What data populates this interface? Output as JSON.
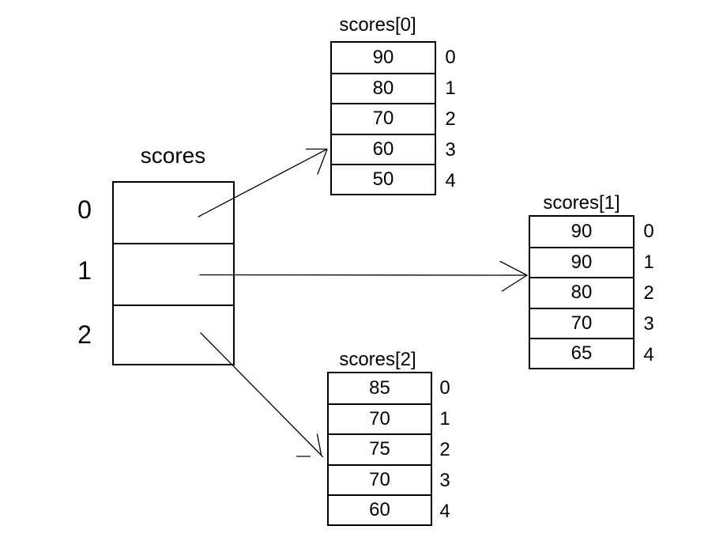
{
  "colors": {
    "background": "#ffffff",
    "line": "#000000",
    "text": "#000000"
  },
  "main_array": {
    "title": "scores",
    "indices": [
      "0",
      "1",
      "2"
    ]
  },
  "sub_arrays": [
    {
      "title": "scores[0]",
      "values": [
        "90",
        "80",
        "70",
        "60",
        "50"
      ],
      "indices": [
        "0",
        "1",
        "2",
        "3",
        "4"
      ]
    },
    {
      "title": "scores[1]",
      "values": [
        "90",
        "90",
        "80",
        "70",
        "65"
      ],
      "indices": [
        "0",
        "1",
        "2",
        "3",
        "4"
      ]
    },
    {
      "title": "scores[2]",
      "values": [
        "85",
        "70",
        "75",
        "70",
        "60"
      ],
      "indices": [
        "0",
        "1",
        "2",
        "3",
        "4"
      ]
    }
  ]
}
